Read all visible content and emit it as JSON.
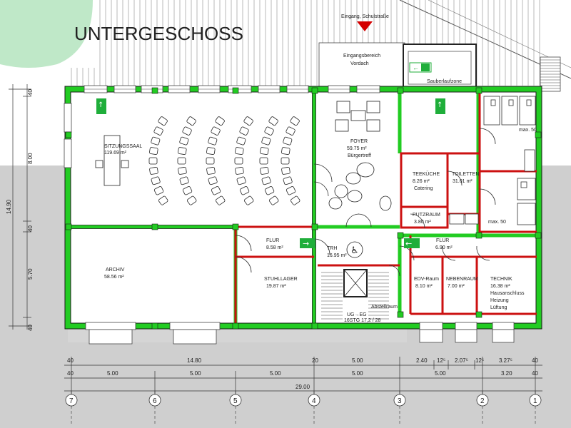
{
  "title": "UNTERGESCHOSS",
  "entrance_label": "Eingang, Schulstraße",
  "canopy": {
    "line1": "Eingangsbereich",
    "line2": "Vordach"
  },
  "mat_label": "Sauberlaufzone",
  "rooms": {
    "sitzungssaal": {
      "name": "SITZUNGSSAAL",
      "area": "119.69 m²"
    },
    "foyer": {
      "name": "FOYER",
      "area": "59.75 m²",
      "sub": "Bürgertreff"
    },
    "teekueche": {
      "name": "TEEKÜCHE",
      "area": "8.26 m²",
      "sub": "Catering"
    },
    "toiletten": {
      "name": "TOILETTEN",
      "area": "31.01 m²"
    },
    "putzraum": {
      "name": "PUTZRAUM",
      "area": "3.80 m²"
    },
    "flur_right": {
      "name": "FLUR",
      "area": "6.90 m²"
    },
    "flur_left": {
      "name": "FLUR",
      "area": "8.58 m²"
    },
    "trh": {
      "name": "TRH",
      "area": "16.95 m²"
    },
    "archiv": {
      "name": "ARCHIV",
      "area": "58.56 m²"
    },
    "stuhllager": {
      "name": "STUHLLAGER",
      "area": "19.87 m²"
    },
    "edv": {
      "name": "EDV-Raum",
      "area": "8.10 m²"
    },
    "nebenraum": {
      "name": "NEBENRAUM",
      "area": "7.00 m²"
    },
    "technik": {
      "name": "TECHNIK",
      "area": "16.38 m²",
      "line1": "Hausanschluss",
      "line2": "Heizung",
      "line3": "Lüftung"
    },
    "abstellraum": {
      "name": "Abstellraum"
    }
  },
  "wc_notes": {
    "upper": "max. 50",
    "lower": "max. 50"
  },
  "stair_note": {
    "line1": "UG→EG",
    "line2": "16STG 17,2 / 28"
  },
  "left_dims": [
    "40",
    "8.00",
    "14.90",
    "40",
    "5.70",
    "40"
  ],
  "dim_row1": [
    "40",
    "14.80",
    "20",
    "5.00",
    "2.40",
    "12⁵",
    "2.07⁵",
    "12⁵",
    "3.27⁵",
    "40"
  ],
  "dim_row2": [
    "40",
    "5.00",
    "5.00",
    "5.00",
    "5.00",
    "5.00",
    "3.20",
    "40"
  ],
  "dim_total": "29.00",
  "axes": [
    "7",
    "6",
    "5",
    "4",
    "3",
    "2",
    "1"
  ],
  "colors": {
    "wall": "#22cc22",
    "wall_outline": "#1a1a1a",
    "inner_wall": "#cc1111",
    "ground_hatch": "#c8c8c8",
    "lawn": "#bfe8c8",
    "exit_sign": "#1fae3a"
  }
}
